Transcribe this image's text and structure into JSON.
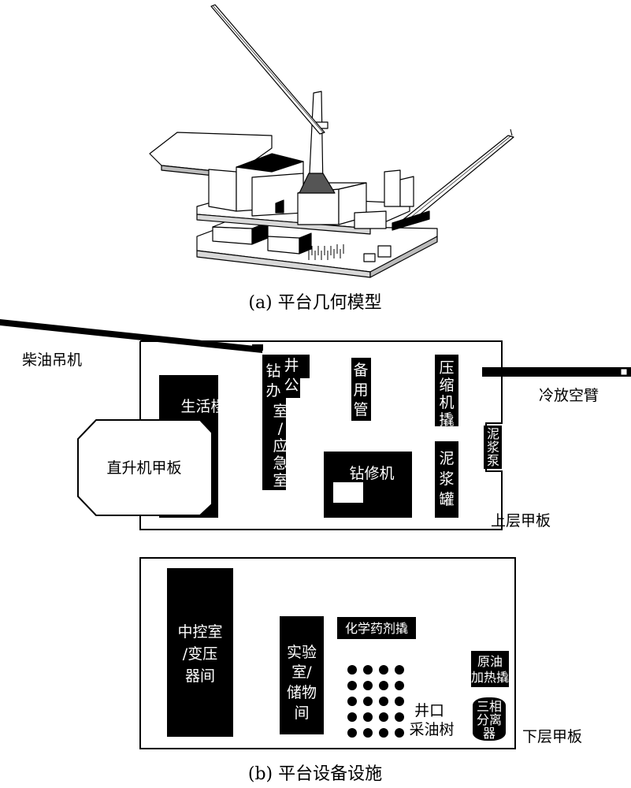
{
  "captions": {
    "a": "(a) 平台几何模型",
    "b": "(b) 平台设备设施"
  },
  "upper": {
    "crane": "柴油吊机",
    "boom": "冷放空臂",
    "deck": "上层甲板",
    "living": "生活楼",
    "helideck": "直升机甲板",
    "drill_office": "钻井办公室/应急室",
    "spare_pipe": "备用管",
    "compressor": "压缩机撬",
    "mud_pump": "泥浆泵",
    "workover": "钻修机",
    "mud_tank": "泥浆罐"
  },
  "lower": {
    "deck": "下层甲板",
    "control": "中控室/变压器间",
    "lab": "实验室/储物间",
    "chem": "化学药剂撬",
    "heater": "原油加热撬",
    "wellhead": "井口采油树",
    "separator": "三相分离器"
  }
}
